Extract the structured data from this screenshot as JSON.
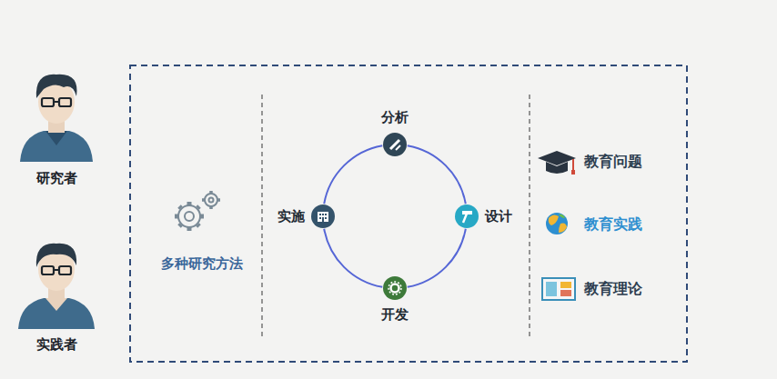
{
  "diagram": {
    "nodes": [
      {
        "text": [
          "分析"
        ]
      },
      {
        "text": [
          "设计"
        ]
      },
      {
        "text": [
          "开发"
        ]
      },
      {
        "text": [
          "实施"
        ]
      }
    ],
    "edges": [
      {
        "from": 0,
        "to": 1,
        "arrow": "none"
      },
      {
        "from": 1,
        "to": 2,
        "arrow": "none"
      },
      {
        "from": 2,
        "to": 3,
        "arrow": "none"
      },
      {
        "from": 3,
        "to": 0,
        "arrow": "none"
      }
    ],
    "labels": [
      "研究者",
      "实践者",
      "多种研究方法",
      "教育问题",
      "教育实践",
      "教育理论"
    ]
  }
}
